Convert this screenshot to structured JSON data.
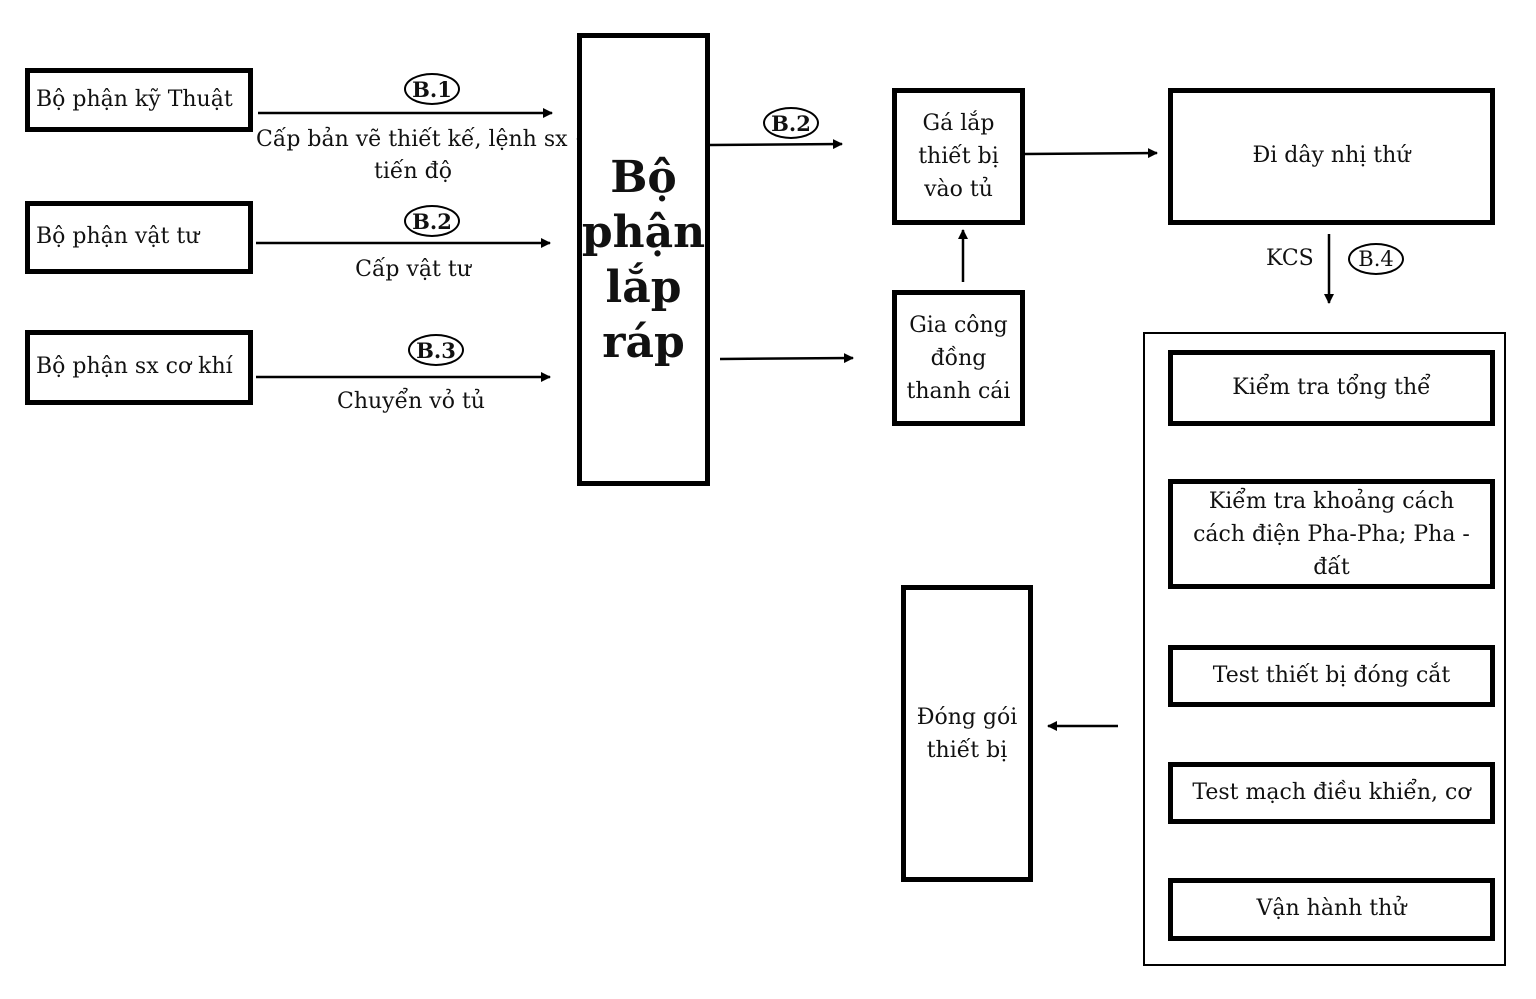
{
  "sources": [
    {
      "label": "Bộ phận kỹ Thuật"
    },
    {
      "label": "Bộ phận vật tư"
    },
    {
      "label": "Bộ phận sx cơ khí"
    }
  ],
  "flows": [
    {
      "badge": "B.1",
      "caption_line1": "Cấp bản vẽ thiết kế, lệnh sx +",
      "caption_line2": "tiến độ"
    },
    {
      "badge": "B.2",
      "caption_line1": "Cấp vật tư"
    },
    {
      "badge": "B.3",
      "caption_line1": "Chuyển vỏ tủ"
    }
  ],
  "assembly": {
    "lines": [
      "Bộ",
      "phận",
      "lắp",
      "ráp"
    ]
  },
  "assembly_out_badge": "B.2",
  "mount_box": {
    "lines": [
      "Gá lắp",
      "thiết bị",
      "vào tủ"
    ]
  },
  "busbar_box": {
    "lines": [
      "Gia công",
      "đồng",
      "thanh cái"
    ]
  },
  "wiring_box": {
    "label": "Đi dây nhị thứ"
  },
  "kcs": {
    "label": "KCS",
    "badge": "B.4"
  },
  "checks": [
    {
      "label": "Kiểm tra tổng thể"
    },
    {
      "lines": [
        "Kiểm tra khoảng cách",
        "cách điện Pha-Pha; Pha -",
        "đất"
      ]
    },
    {
      "label": "Test thiết bị đóng cắt"
    },
    {
      "label": "Test mạch điều khiển, cơ"
    },
    {
      "label": "Vận hành thử"
    }
  ],
  "packing_box": {
    "lines": [
      "Đóng gói",
      "thiết bị"
    ]
  }
}
